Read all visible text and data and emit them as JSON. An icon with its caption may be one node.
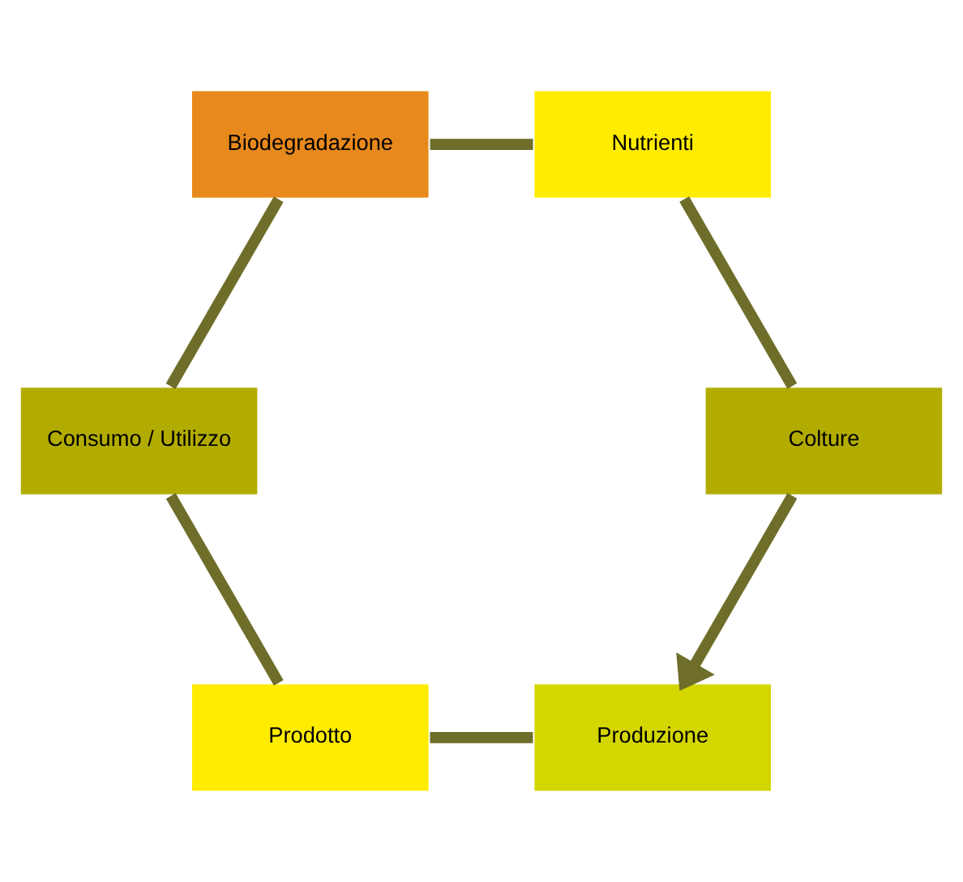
{
  "diagram": {
    "nodes": [
      {
        "text": [
          "Produzione"
        ]
      },
      {
        "text": [
          "Prodotto"
        ]
      },
      {
        "text": [
          "Consumo / Utilizzo"
        ]
      },
      {
        "text": [
          "Biodegradazione"
        ]
      },
      {
        "text": [
          "Nutrienti"
        ]
      },
      {
        "text": [
          "Colture"
        ]
      }
    ],
    "edges": [
      {
        "from": 0,
        "to": 1,
        "arrow": "none"
      },
      {
        "from": 1,
        "to": 2,
        "arrow": "none"
      },
      {
        "from": 2,
        "to": 3,
        "arrow": "none"
      },
      {
        "from": 3,
        "to": 4,
        "arrow": "none"
      },
      {
        "from": 4,
        "to": 5,
        "arrow": "none"
      },
      {
        "from": 5,
        "to": 0,
        "arrow": "to"
      }
    ]
  }
}
